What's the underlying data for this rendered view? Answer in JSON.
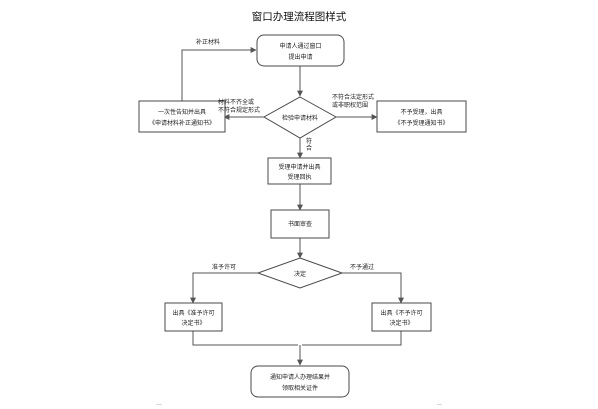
{
  "title": "窗口办理流程图样式",
  "nodes": {
    "apply": [
      "申请人通过窗口",
      "提出申请"
    ],
    "inform": [
      "一次性告知并出具",
      "《申请材料补正通知书》"
    ],
    "check": [
      "检验申请材料"
    ],
    "reject": [
      "不予受理，出具",
      "《不予受理通知书》"
    ],
    "accept": [
      "受理申请并出具",
      "受理回执"
    ],
    "review": [
      "书面审查"
    ],
    "decide": [
      "决定"
    ],
    "grant": [
      "出具《准予许可",
      "决定书》"
    ],
    "deny": [
      "出具《不予许可",
      "决定书》"
    ],
    "notify": [
      "通知申请人办理结果并",
      "领取相关证件"
    ]
  },
  "edge_labels": {
    "supplement": "补正材料",
    "incomplete": [
      "材料不齐全或",
      "不符合规定形式"
    ],
    "out_of_scope": [
      "不符合法定形式",
      "或非职权范围"
    ],
    "compliant": [
      "符",
      "合"
    ],
    "grant": "准予许可",
    "deny": "不予通过"
  }
}
